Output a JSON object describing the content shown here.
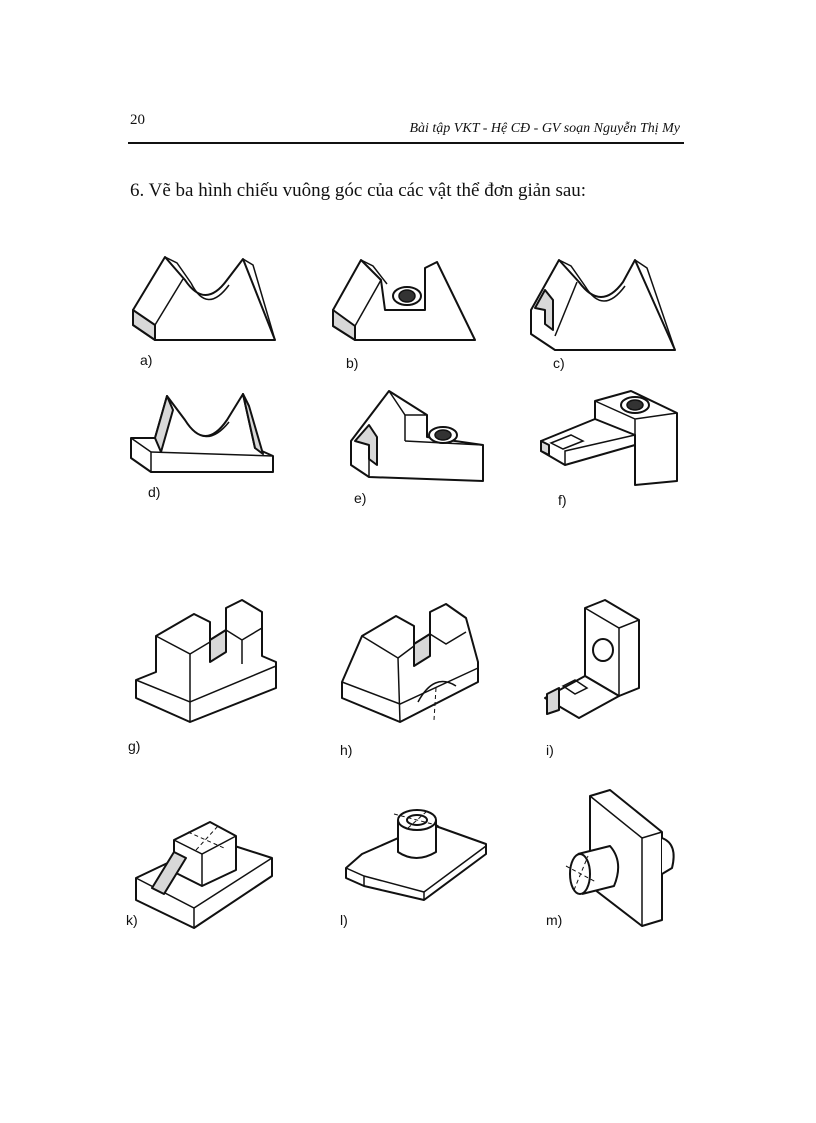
{
  "header": {
    "page_number": "20",
    "running_title": "Bài tập VKT - Hệ CĐ - GV soạn Nguyễn Thị My"
  },
  "exercise": {
    "title": "6. Vẽ ba hình chiếu vuông góc của các vật thể đơn giản sau:"
  },
  "figures": {
    "a": "a)",
    "b": "b)",
    "c": "c)",
    "d": "d)",
    "e": "e)",
    "f": "f)",
    "g": "g)",
    "h": "h)",
    "i": "i)",
    "k": "k)",
    "l": "l)",
    "m": "m)"
  }
}
